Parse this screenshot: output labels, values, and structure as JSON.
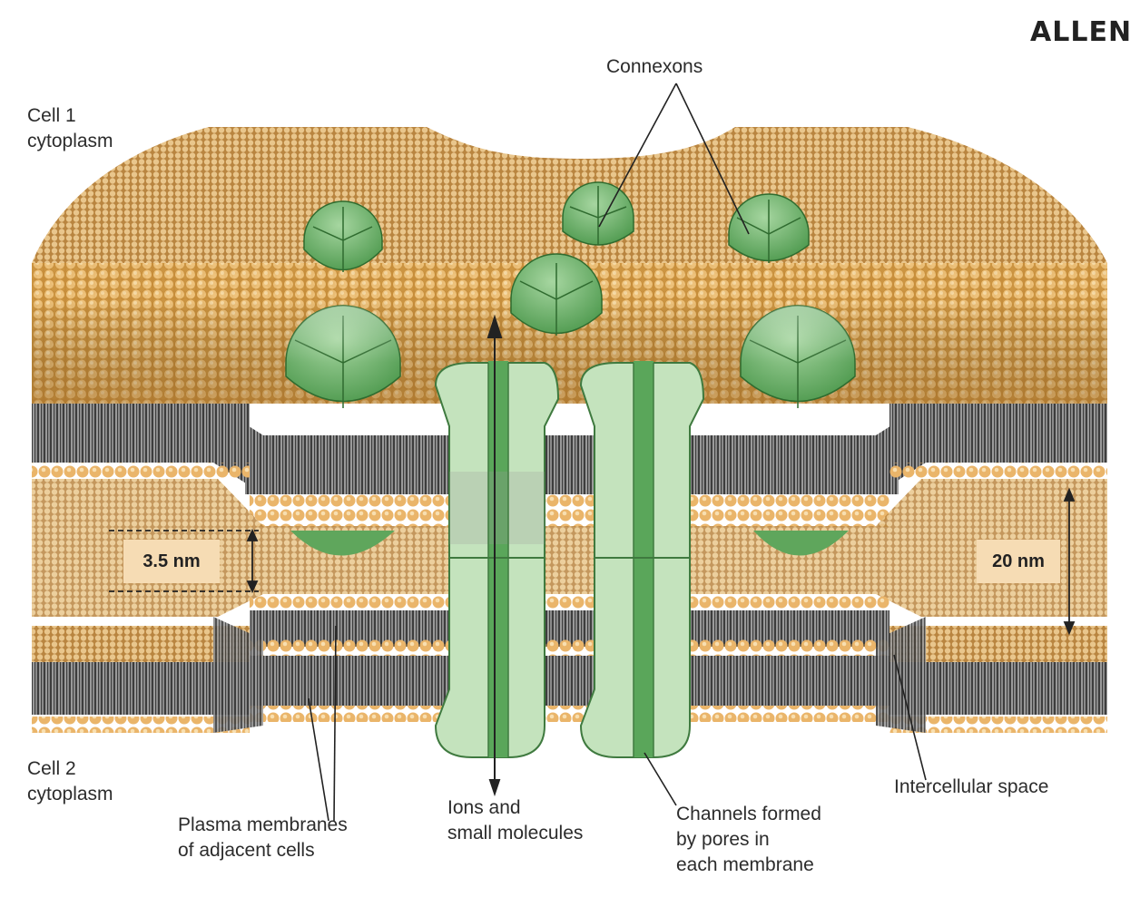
{
  "brand": "ALLEN",
  "labels": {
    "cell1_line1": "Cell 1",
    "cell1_line2": "cytoplasm",
    "cell2_line1": "Cell 2",
    "cell2_line2": "cytoplasm",
    "connexons": "Connexons",
    "plasma_line1": "Plasma membranes",
    "plasma_line2": "of adjacent cells",
    "ions_line1": "Ions and",
    "ions_line2": "small molecules",
    "channels_line1": "Channels formed",
    "channels_line2": "by pores in",
    "channels_line3": "each membrane",
    "intercellular": "Intercellular space",
    "gap_small": "3.5 nm",
    "gap_large": "20 nm"
  },
  "colors": {
    "lipid_head": "#e8b866",
    "lipid_dark": "#c98f3a",
    "tail": "#555555",
    "connexon": "#7dbb7a",
    "connexon_light": "#b9dcb4",
    "measure_bg": "#f6dcb4"
  }
}
